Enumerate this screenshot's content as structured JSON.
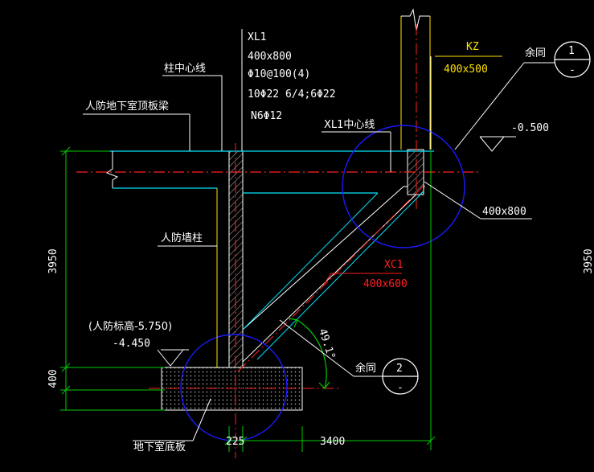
{
  "colors": {
    "background": "#000000",
    "text": "#ffffff",
    "concrete": "#ffffff",
    "cyan": "#00e5ff",
    "yellow": "#ffe000",
    "red": "#ff2020",
    "blue": "#1a1aff",
    "green": "#00cc00"
  },
  "labels": {
    "xl1_name": "XL1",
    "xl1_size": "400x800",
    "xl1_stirrup": "Φ10@100(4)",
    "xl1_main": "10Φ22 6/4;6Φ22",
    "xl1_waist": "N6Φ12",
    "column_center": "柱中心线",
    "roof_beam": "人防地下室顶板梁",
    "xl1_center": "XL1中心线",
    "kz_name": "KZ",
    "kz_size": "400x500",
    "yutong_1": "余同",
    "yutong_2": "余同",
    "elev_top": "-0.500",
    "beam_size_right": "400x800",
    "wall_column": "人防墙柱",
    "xc1_name": "XC1",
    "xc1_size": "400x600",
    "angle": "49.1°",
    "elev_civil": "(人防标高-5.750)",
    "elev_bottom": "-4.450",
    "base_slab": "地下室底板",
    "dim_3950_left": "3950",
    "dim_3950_right": "3950",
    "dim_400": "400",
    "dim_225": "225",
    "dim_3400": "3400",
    "detail_1_num": "1",
    "detail_1_sub": "-",
    "detail_2_num": "2",
    "detail_2_sub": "-"
  }
}
